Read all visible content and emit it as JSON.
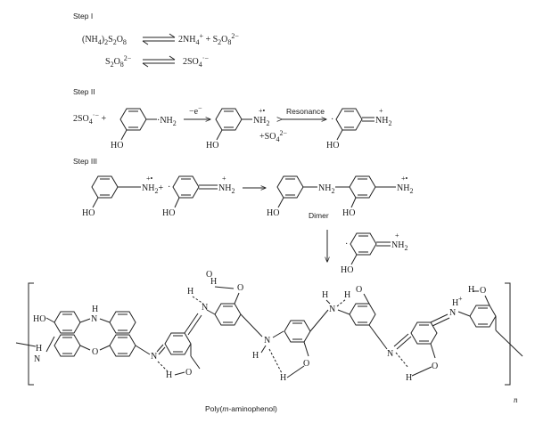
{
  "steps": {
    "step1": "Step I",
    "step2": "Step II",
    "step3": "Step III"
  },
  "step1": {
    "eq1_left": "(NH4)2S2O8",
    "eq1_right": "2NH4+ + S2O8 2−",
    "eq2_left": "S2O8 2−",
    "eq2_right": "2SO4·−"
  },
  "step2": {
    "reagent": "2SO4·− +",
    "nh2": "NH2",
    "ho": "HO",
    "minus_e": "−e−",
    "byproduct": "+SO4 2−",
    "resonance": "Resonance",
    "nh2_cation": "NH2"
  },
  "step3": {
    "dimer": "Dimer"
  },
  "polymer": {
    "name": "Poly(m-aminophenol)",
    "repeat": "n"
  }
}
